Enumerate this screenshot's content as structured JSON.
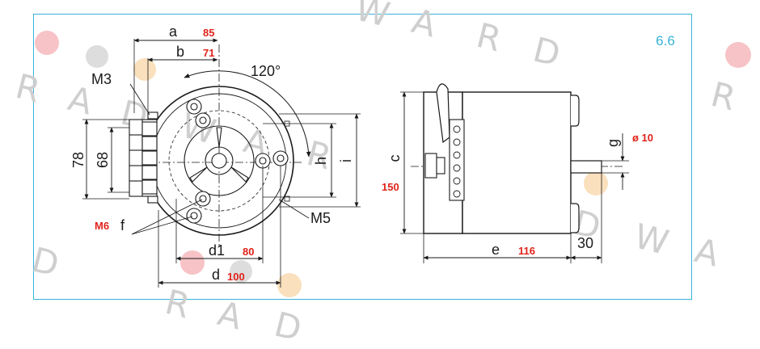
{
  "section_number": "6.6",
  "watermark": {
    "letters": [
      "R",
      "A",
      "D",
      "W",
      "A",
      "R",
      "D"
    ]
  },
  "front_view": {
    "labels": {
      "a": "a",
      "b": "b",
      "m3": "M3",
      "angle": "120°",
      "h_78": "78",
      "h_68": "68",
      "h": "h",
      "i": "i",
      "m5": "M5",
      "f": "f",
      "d1": "d1",
      "d": "d"
    },
    "values": {
      "a": "85",
      "b": "71",
      "m6": "M6",
      "d1": "80",
      "d": "100"
    }
  },
  "side_view": {
    "labels": {
      "c": "c",
      "e": "e",
      "g": "g",
      "shaft_len": "30"
    },
    "values": {
      "c": "150",
      "e": "116",
      "g": "ø 10"
    }
  },
  "colors": {
    "frame": "#39b3d9",
    "value": "#e0231b",
    "line": "#1a1a1a",
    "section": "#39b3d9"
  }
}
